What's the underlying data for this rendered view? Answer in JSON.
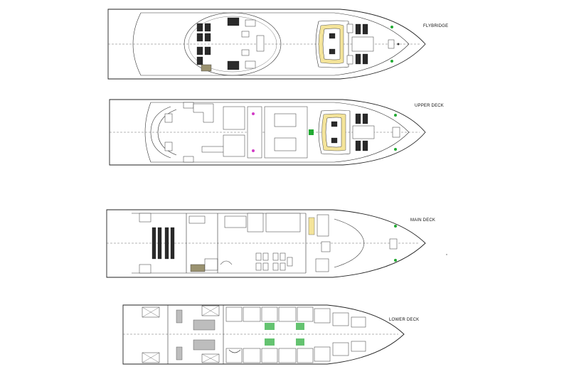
{
  "decks": {
    "flybridge": {
      "label": "FLYBRIDGE"
    },
    "upper": {
      "label": "UPPER DECK"
    },
    "main": {
      "label": "MAIN DECK"
    },
    "lower": {
      "label": "LOWER DECK"
    }
  },
  "colors": {
    "line": "#222222",
    "furniture_dark": "#2a2a2a",
    "seating_yellow": "#f4e49a",
    "green_mark": "#22aa33",
    "magenta_note": "#d23cc6",
    "grey_fill": "#bdbdbd"
  }
}
